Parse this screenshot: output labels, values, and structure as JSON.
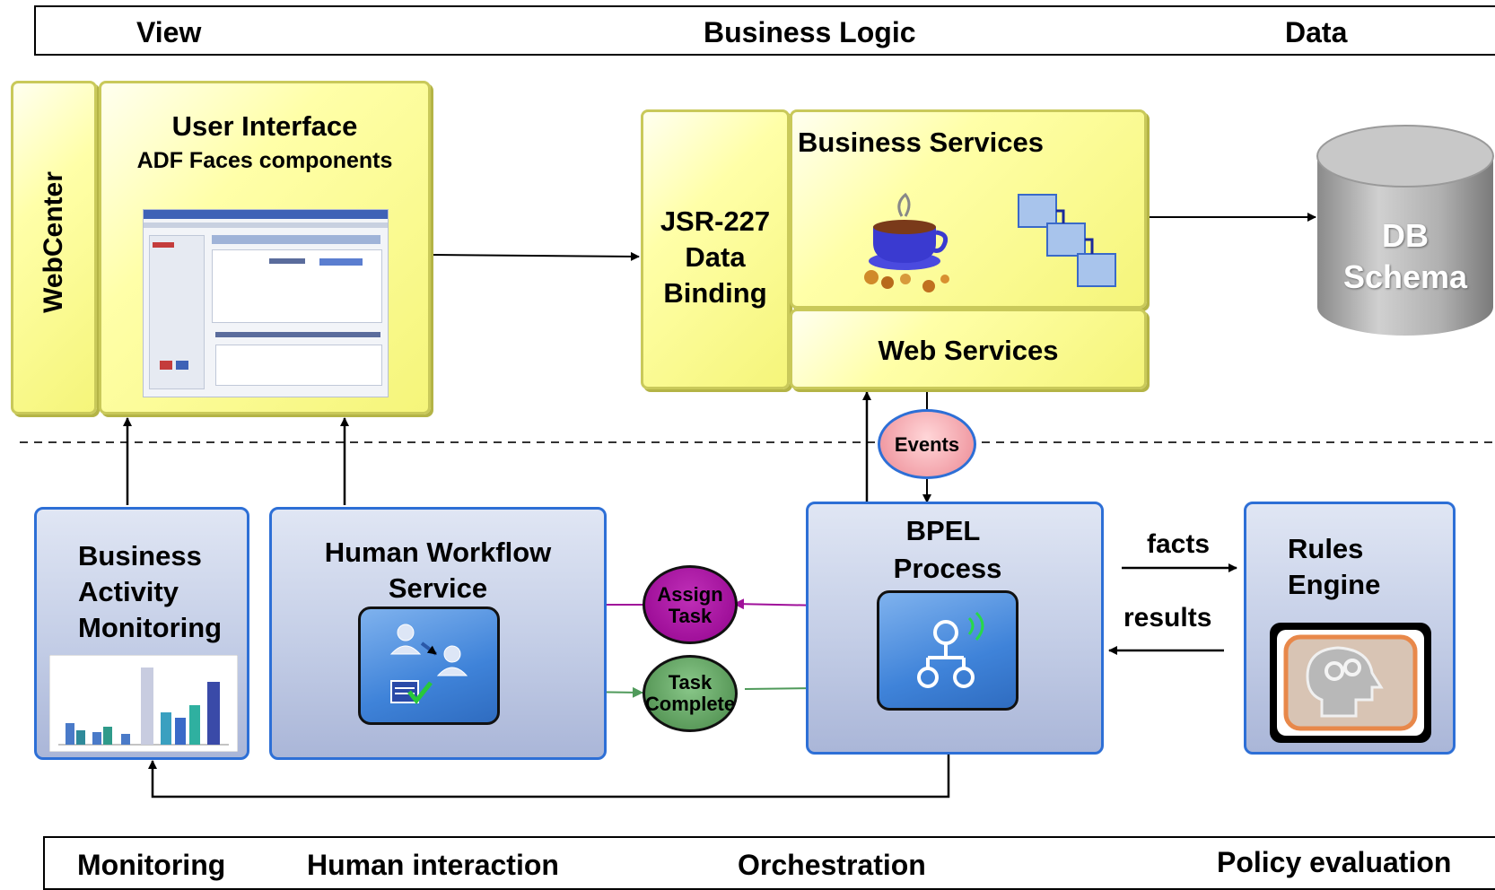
{
  "top_header": {
    "view": "View",
    "business_logic": "Business Logic",
    "data": "Data"
  },
  "bottom_header": {
    "monitoring": "Monitoring",
    "human_interaction": "Human interaction",
    "orchestration": "Orchestration",
    "policy_evaluation": "Policy evaluation"
  },
  "webcenter": {
    "label": "WebCenter"
  },
  "user_interface": {
    "title": "User Interface",
    "subtitle": "ADF Faces components"
  },
  "data_binding": {
    "line1": "JSR-227",
    "line2": "Data",
    "line3": "Binding"
  },
  "business_services": {
    "title": "Business Services"
  },
  "web_services": {
    "title": "Web Services"
  },
  "db": {
    "line1": "DB",
    "line2": "Schema"
  },
  "events": {
    "label": "Events"
  },
  "bam": {
    "line1": "Business",
    "line2": "Activity",
    "line3": "Monitoring"
  },
  "workflow": {
    "line1": "Human Workflow",
    "line2": "Service"
  },
  "assign_task": {
    "line1": "Assign",
    "line2": "Task"
  },
  "task_complete": {
    "line1": "Task",
    "line2": "Complete"
  },
  "bpel": {
    "line1": "BPEL",
    "line2": "Process"
  },
  "rules": {
    "line1": "Rules",
    "line2": "Engine"
  },
  "facts": {
    "label": "facts"
  },
  "results": {
    "label": "results"
  },
  "colors": {
    "yellow_fill": "#ffffa8",
    "blue_border": "#2d6fd6",
    "assign_task": "#a0109a",
    "task_complete": "#5a9a5a",
    "events": "#f2a0a8"
  }
}
